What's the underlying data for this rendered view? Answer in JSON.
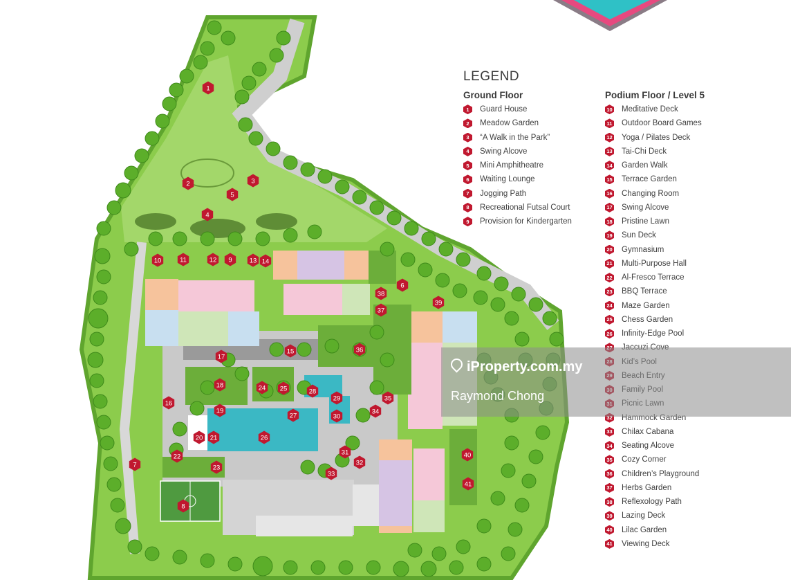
{
  "legend": {
    "title": "LEGEND",
    "ground_heading": "Ground Floor",
    "podium_heading": "Podium Floor / Level 5",
    "ground": [
      {
        "num": "1",
        "label": "Guard House"
      },
      {
        "num": "2",
        "label": "Meadow Garden"
      },
      {
        "num": "3",
        "label": "“A Walk in the Park”"
      },
      {
        "num": "4",
        "label": "Swing Alcove"
      },
      {
        "num": "5",
        "label": "Mini Amphitheatre"
      },
      {
        "num": "6",
        "label": "Waiting Lounge"
      },
      {
        "num": "7",
        "label": "Jogging Path"
      },
      {
        "num": "8",
        "label": "Recreational Futsal Court"
      },
      {
        "num": "9",
        "label": "Provision for Kindergarten"
      }
    ],
    "podium": [
      {
        "num": "10",
        "label": "Meditative Deck"
      },
      {
        "num": "11",
        "label": "Outdoor Board Games"
      },
      {
        "num": "12",
        "label": "Yoga / Pilates Deck"
      },
      {
        "num": "13",
        "label": "Tai-Chi Deck"
      },
      {
        "num": "14",
        "label": "Garden Walk"
      },
      {
        "num": "15",
        "label": "Terrace Garden"
      },
      {
        "num": "16",
        "label": "Changing Room"
      },
      {
        "num": "17",
        "label": "Swing Alcove"
      },
      {
        "num": "18",
        "label": "Pristine Lawn"
      },
      {
        "num": "19",
        "label": "Sun Deck"
      },
      {
        "num": "20",
        "label": "Gymnasium"
      },
      {
        "num": "21",
        "label": "Multi-Purpose Hall"
      },
      {
        "num": "22",
        "label": "Al-Fresco Terrace"
      },
      {
        "num": "23",
        "label": "BBQ Terrace"
      },
      {
        "num": "24",
        "label": "Maze Garden"
      },
      {
        "num": "25",
        "label": "Chess Garden"
      },
      {
        "num": "26",
        "label": "Infinity-Edge Pool"
      },
      {
        "num": "27",
        "label": "Jaccuzi Cove"
      },
      {
        "num": "28",
        "label": "Kid’s Pool"
      },
      {
        "num": "29",
        "label": "Beach Entry"
      },
      {
        "num": "30",
        "label": "Family Pool"
      },
      {
        "num": "31",
        "label": "Picnic Lawn"
      },
      {
        "num": "32",
        "label": "Hammock Garden"
      },
      {
        "num": "33",
        "label": "Chilax Cabana"
      },
      {
        "num": "34",
        "label": "Seating Alcove"
      },
      {
        "num": "35",
        "label": "Cozy Corner"
      },
      {
        "num": "36",
        "label": "Children’s Playground"
      },
      {
        "num": "37",
        "label": "Herbs Garden"
      },
      {
        "num": "38",
        "label": "Reflexology Path"
      },
      {
        "num": "39",
        "label": "Lazing Deck"
      },
      {
        "num": "40",
        "label": "Lilac Garden"
      },
      {
        "num": "41",
        "label": "Viewing Deck"
      }
    ]
  },
  "map_markers": [
    "1",
    "2",
    "3",
    "4",
    "5",
    "6",
    "7",
    "8",
    "9",
    "10",
    "11",
    "12",
    "13",
    "14",
    "15",
    "16",
    "17",
    "18",
    "19",
    "20",
    "21",
    "22",
    "23",
    "24",
    "25",
    "26",
    "27",
    "28",
    "29",
    "30",
    "31",
    "32",
    "33",
    "34",
    "35",
    "36",
    "37",
    "38",
    "39",
    "40",
    "41"
  ],
  "watermark": {
    "brand": "iProperty.com.my",
    "agent": "Raymond Chong"
  },
  "colors": {
    "marker": "#c0182f",
    "greenery": "#7fbf3f",
    "pool": "#3bb8c4",
    "pink_unit": "#f5c8d8",
    "lilac_unit": "#d6c4e4",
    "peach_unit": "#f6c39c",
    "blue_unit": "#c8dff0",
    "green_unit": "#cfe6b8"
  }
}
